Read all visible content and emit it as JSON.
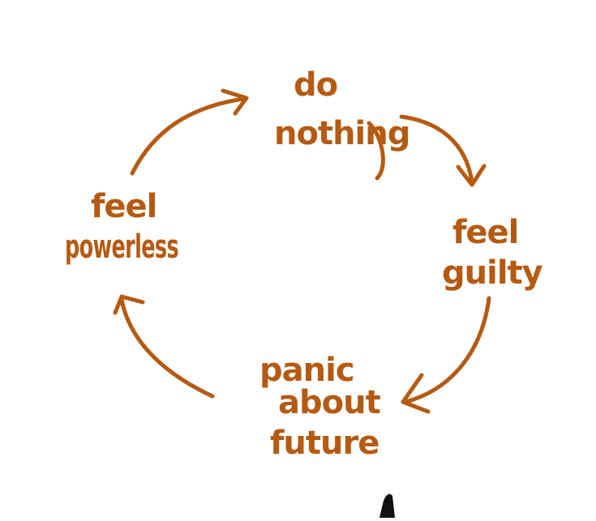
{
  "diagram": {
    "colors": {
      "ink": "#b55a12",
      "mark": "#111111"
    },
    "nodes": [
      {
        "id": "do-nothing",
        "lines": [
          "do",
          "nothing"
        ]
      },
      {
        "id": "feel-guilty",
        "lines": [
          "feel",
          "guilty"
        ]
      },
      {
        "id": "panic-about-future",
        "lines": [
          "panic",
          "about",
          "future"
        ]
      },
      {
        "id": "feel-powerless",
        "lines": [
          "feel",
          "powerless"
        ]
      }
    ],
    "edges": [
      {
        "from": "do-nothing",
        "to": "feel-guilty"
      },
      {
        "from": "feel-guilty",
        "to": "panic-about-future"
      },
      {
        "from": "panic-about-future",
        "to": "feel-powerless"
      },
      {
        "from": "feel-powerless",
        "to": "do-nothing"
      }
    ]
  }
}
